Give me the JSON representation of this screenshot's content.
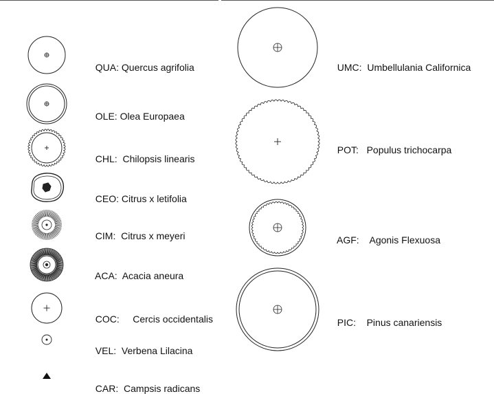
{
  "legend": {
    "left": [
      {
        "code": "QUA:",
        "name": "Quercus agrifolia",
        "symbol": "ring-plus-small"
      },
      {
        "code": "OLE:",
        "name": "Olea Europaea",
        "symbol": "double-ring-plus"
      },
      {
        "code": "CHL:",
        "name": "Chilopsis linearis",
        "symbol": "scalloped-ring-plus"
      },
      {
        "code": "CEO:",
        "name": "Citrus x letifolia",
        "symbol": "lobed-ring-blot"
      },
      {
        "code": "CIM:",
        "name": "Citrus x meyeri",
        "symbol": "sunburst-dot"
      },
      {
        "code": "ACA:",
        "name": "Acacia aneura",
        "symbol": "dense-sunburst-dot"
      },
      {
        "code": "COC:",
        "name": "Cercis occidentalis",
        "symbol": "ring-plus"
      },
      {
        "code": "VEL:",
        "name": "Verbena Lilacina",
        "symbol": "ring-dot"
      },
      {
        "code": "CAR:",
        "name": "Campsis radicans",
        "symbol": "triangle"
      }
    ],
    "right": [
      {
        "code": "UMC:",
        "name": "Umbellulania Californica",
        "symbol": "large-ring-circled-plus"
      },
      {
        "code": "POT:",
        "name": "Populus trichocarpa",
        "symbol": "large-scalloped-plus"
      },
      {
        "code": "AGF:",
        "name": "Agonis Flexuosa",
        "symbol": "double-scalloped-circled-plus"
      },
      {
        "code": "PIC:",
        "name": "Pinus canariensis",
        "symbol": "large-double-ring-circled-plus"
      }
    ]
  }
}
